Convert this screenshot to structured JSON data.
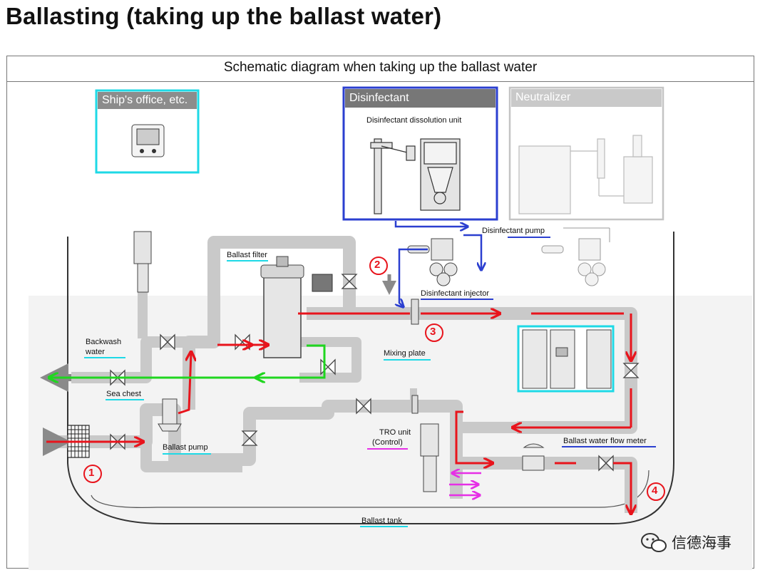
{
  "page": {
    "title": "Ballasting (taking up the ballast water)",
    "diagram_title": "Schematic diagram when taking up the ballast water"
  },
  "boxes": {
    "office": "Ship's office, etc.",
    "disinfectant": "Disinfectant",
    "dissolution_unit": "Disinfectant dissolution unit",
    "neutralizer": "Neutralizer"
  },
  "labels": {
    "disinfectant_pump": "Disinfectant pump",
    "ballast_filter": "Ballast filter",
    "disinfectant_injector": "Disinfectant injector",
    "mixing_plate": "Mixing plate",
    "backwash_water_1": "Backwash",
    "backwash_water_2": "water",
    "sea_chest": "Sea chest",
    "ballast_pump": "Ballast pump",
    "tro_unit_1": "TRO unit",
    "tro_unit_2": "(Control)",
    "flow_meter": "Ballast water flow meter",
    "ballast_tank": "Ballast tank"
  },
  "markers": {
    "m1": "1",
    "m2": "2",
    "m3": "3",
    "m4": "4"
  },
  "watermark": "信德海事",
  "colors": {
    "flow_red": "#e8141c",
    "backwash_green": "#1fd61f",
    "disinfectant_blue": "#2b3fd0",
    "highlight_cyan": "#1ed9e6",
    "tro_magenta": "#e62ee6",
    "pipe_gray": "#c9c9c9"
  }
}
